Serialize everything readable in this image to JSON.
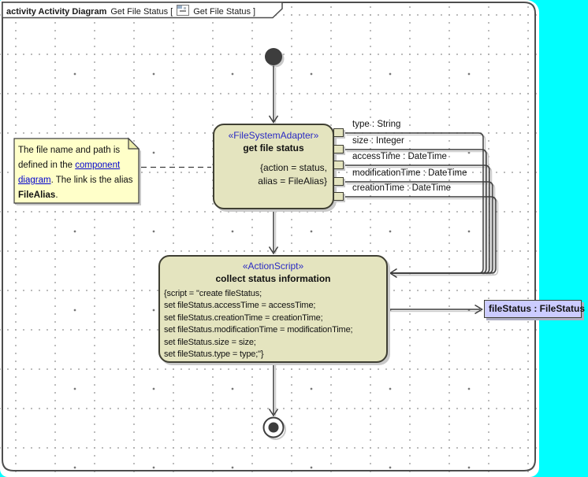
{
  "tab": {
    "keyword": "activity Activity Diagram",
    "diagram_name": "Get File Status [",
    "diagram_ref": "Get File Status ]",
    "icon": "activity-diagram-icon"
  },
  "start_node": {
    "type": "initial-node"
  },
  "final_node": {
    "type": "activity-final-node"
  },
  "action1": {
    "stereotype": "«FileSystemAdapter»",
    "name": "get file status",
    "param_line1": "{action = status,",
    "param_line2": "alias = FileAlias}"
  },
  "pins": [
    {
      "label": "type : String"
    },
    {
      "label": "size : Integer"
    },
    {
      "label": "accessTime : DateTime"
    },
    {
      "label": "modificationTime : DateTime"
    },
    {
      "label": "creationTime : DateTime"
    }
  ],
  "note": {
    "text_start": "The file name and path is defined in the ",
    "link_text": "component diagram",
    "text_mid": ". The link is the alias ",
    "bold_text": "FileAlias",
    "text_end": "."
  },
  "action2": {
    "stereotype": "«ActionScript»",
    "name": "collect status information",
    "script_lines": [
      "{script = \"create fileStatus;",
      "set fileStatus.accessTime = accessTime;",
      "set fileStatus.creationTime = creationTime;",
      "set fileStatus.modificationTime = modificationTime;",
      "set fileStatus.size = size;",
      "set fileStatus.type = type;\"}"
    ]
  },
  "output_pin": {
    "label": "fileStatus : FileStatus"
  },
  "colors": {
    "outside_background": "#00FFFF",
    "node_fill": "#E4E4BF",
    "note_fill": "#FFFFC9",
    "object_node_fill": "#CCCCFF",
    "stereotype_text": "#2A2AC4",
    "hyperlink": "#0000CC",
    "line": "#3D3D3D",
    "shadow": "#C9C9C9"
  }
}
